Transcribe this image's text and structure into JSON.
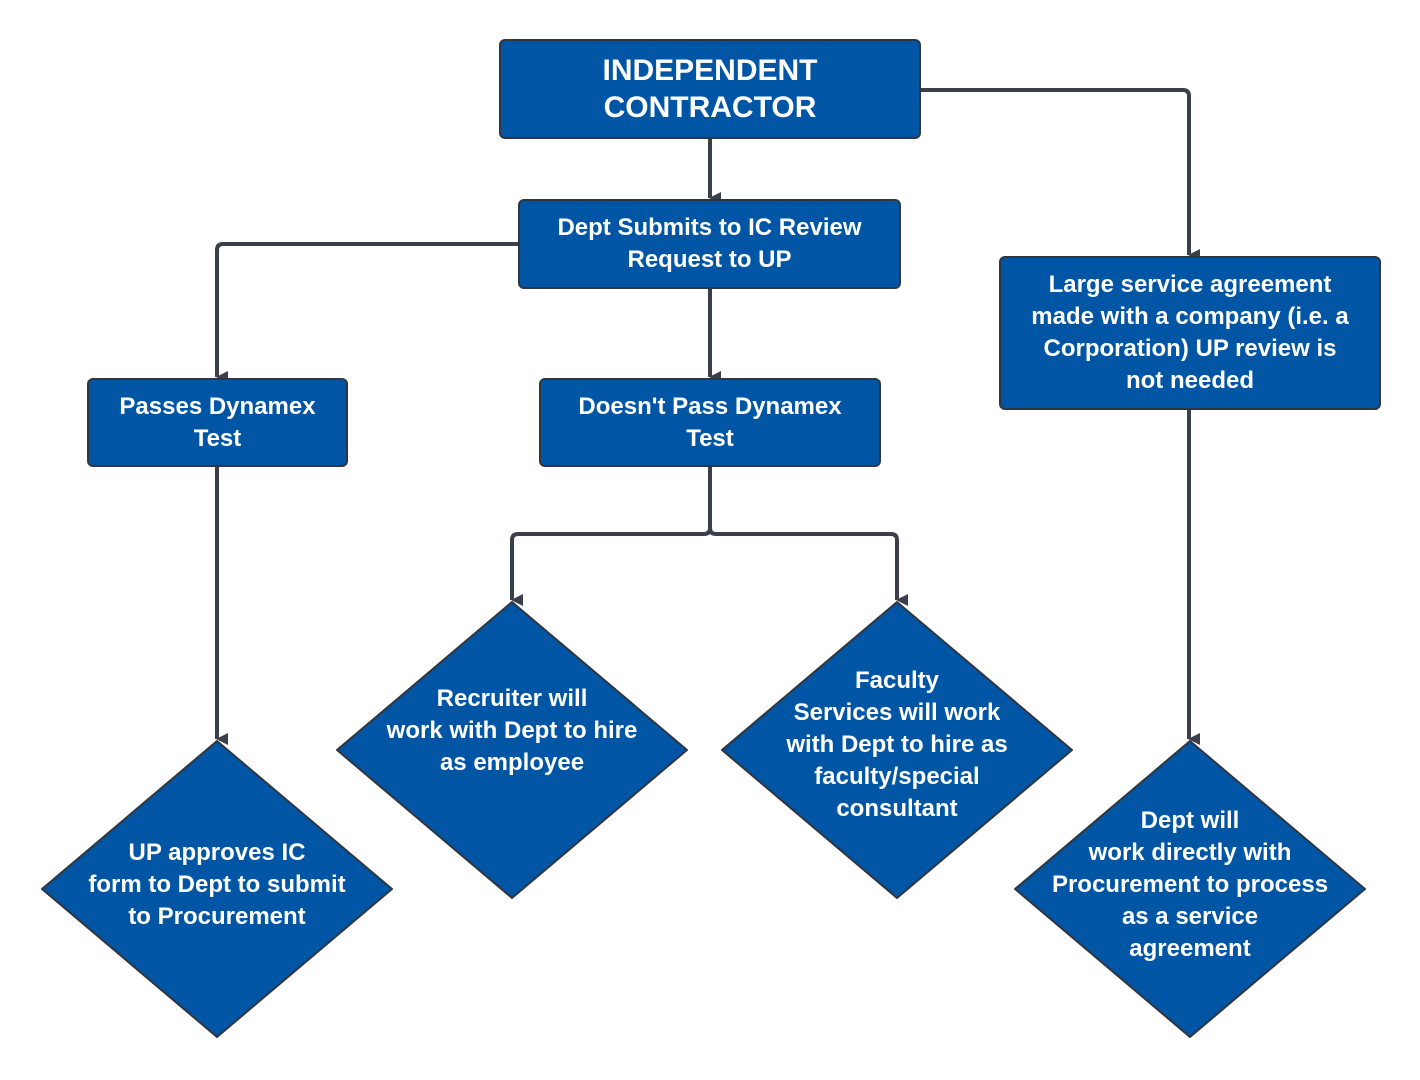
{
  "colors": {
    "node_fill": "#0055A4",
    "node_border": "#2F3640",
    "connector": "#3A3F4A",
    "text": "#FFFFFF"
  },
  "nodes": {
    "independent_contractor": {
      "shape": "rectangle",
      "label": "INDEPENDENT\nCONTRACTOR"
    },
    "dept_submits": {
      "shape": "rectangle",
      "label": "Dept Submits to IC Review\nRequest to UP"
    },
    "large_service": {
      "shape": "rectangle",
      "label": "Large service agreement\nmade with a company (i.e. a\nCorporation) UP review is\nnot needed"
    },
    "passes_dynamex": {
      "shape": "rectangle",
      "label": "Passes Dynamex\nTest"
    },
    "doesnt_pass_dynamex": {
      "shape": "rectangle",
      "label": "Doesn't Pass Dynamex\nTest"
    },
    "up_approves": {
      "shape": "diamond",
      "label": "UP approves IC\nform to Dept to submit\nto Procurement"
    },
    "recruiter": {
      "shape": "diamond",
      "label": "Recruiter will\nwork with Dept to hire\nas employee"
    },
    "faculty_services": {
      "shape": "diamond",
      "label": "Faculty\nServices will work\nwith Dept to hire as\nfaculty/special\nconsultant"
    },
    "dept_procurement": {
      "shape": "diamond",
      "label": "Dept will\nwork directly with\nProcurement to process\nas a service\nagreement"
    }
  },
  "edges": [
    {
      "from": "independent_contractor",
      "to": "dept_submits"
    },
    {
      "from": "independent_contractor",
      "to": "large_service"
    },
    {
      "from": "dept_submits",
      "to": "passes_dynamex"
    },
    {
      "from": "dept_submits",
      "to": "doesnt_pass_dynamex"
    },
    {
      "from": "passes_dynamex",
      "to": "up_approves"
    },
    {
      "from": "doesnt_pass_dynamex",
      "to": "recruiter"
    },
    {
      "from": "doesnt_pass_dynamex",
      "to": "faculty_services"
    },
    {
      "from": "large_service",
      "to": "dept_procurement"
    }
  ]
}
